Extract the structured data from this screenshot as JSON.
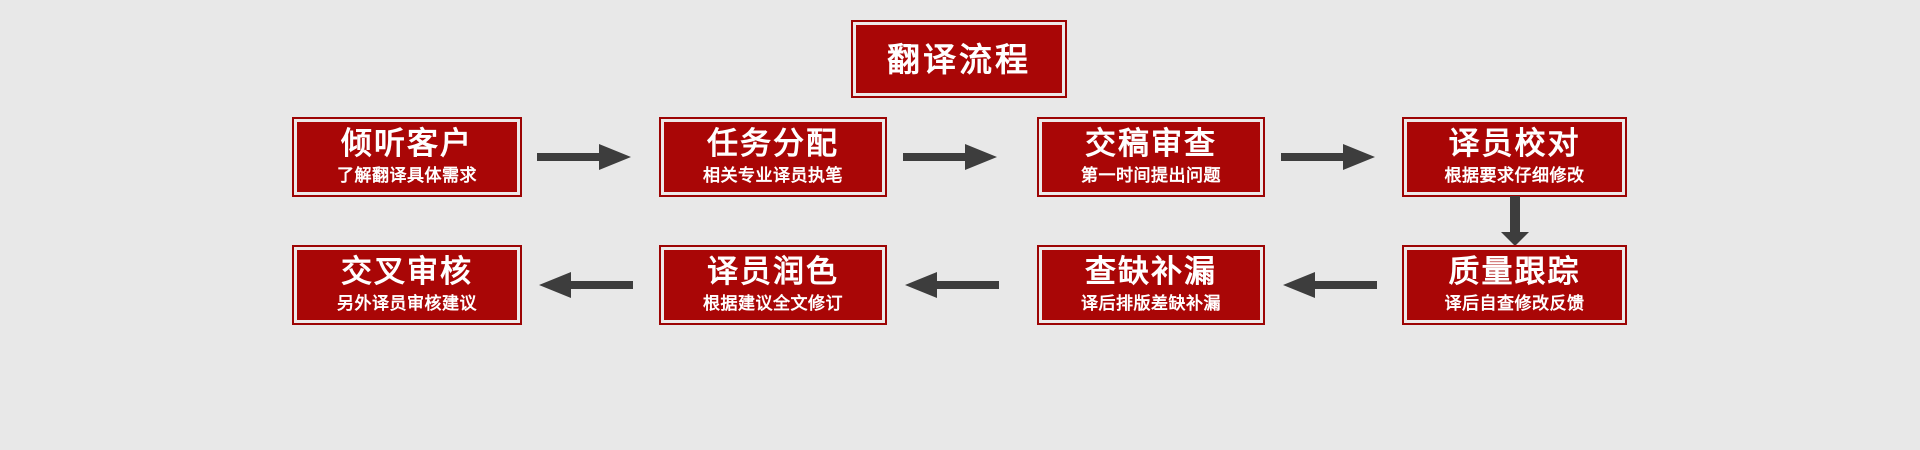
{
  "diagram": {
    "title": "翻译流程",
    "background_color": "#e8e8e8",
    "box_fill_color": "#a90606",
    "box_border_color": "#9c0404",
    "box_inner_border_color": "#ede9e9",
    "text_color": "#ffffff",
    "arrow_color": "#3d3d3d",
    "type": "flowchart",
    "flow_direction": "left-to-right then right-to-left (serpentine)",
    "rows": [
      {
        "direction": "left-to-right",
        "nodes": [
          {
            "step": 1,
            "title": "倾听客户",
            "subtitle": "了解翻译具体需求"
          },
          {
            "step": 2,
            "title": "任务分配",
            "subtitle": "相关专业译员执笔"
          },
          {
            "step": 3,
            "title": "交稿审查",
            "subtitle": "第一时间提出问题"
          },
          {
            "step": 4,
            "title": "译员校对",
            "subtitle": "根据要求仔细修改"
          }
        ]
      },
      {
        "direction": "right-to-left",
        "nodes": [
          {
            "step": 5,
            "title": "质量跟踪",
            "subtitle": "译后自查修改反馈"
          },
          {
            "step": 6,
            "title": "查缺补漏",
            "subtitle": "译后排版差缺补漏"
          },
          {
            "step": 7,
            "title": "译员润色",
            "subtitle": "根据建议全文修订"
          },
          {
            "step": 8,
            "title": "交叉审核",
            "subtitle": "另外译员审核建议"
          }
        ]
      }
    ],
    "connectors": [
      {
        "name": "arrow-step1-to-step2",
        "direction": "right"
      },
      {
        "name": "arrow-step2-to-step3",
        "direction": "right"
      },
      {
        "name": "arrow-step3-to-step4",
        "direction": "right"
      },
      {
        "name": "arrow-step4-to-step5",
        "direction": "down"
      },
      {
        "name": "arrow-step5-to-step6",
        "direction": "left"
      },
      {
        "name": "arrow-step6-to-step7",
        "direction": "left"
      },
      {
        "name": "arrow-step7-to-step8",
        "direction": "left"
      }
    ]
  }
}
